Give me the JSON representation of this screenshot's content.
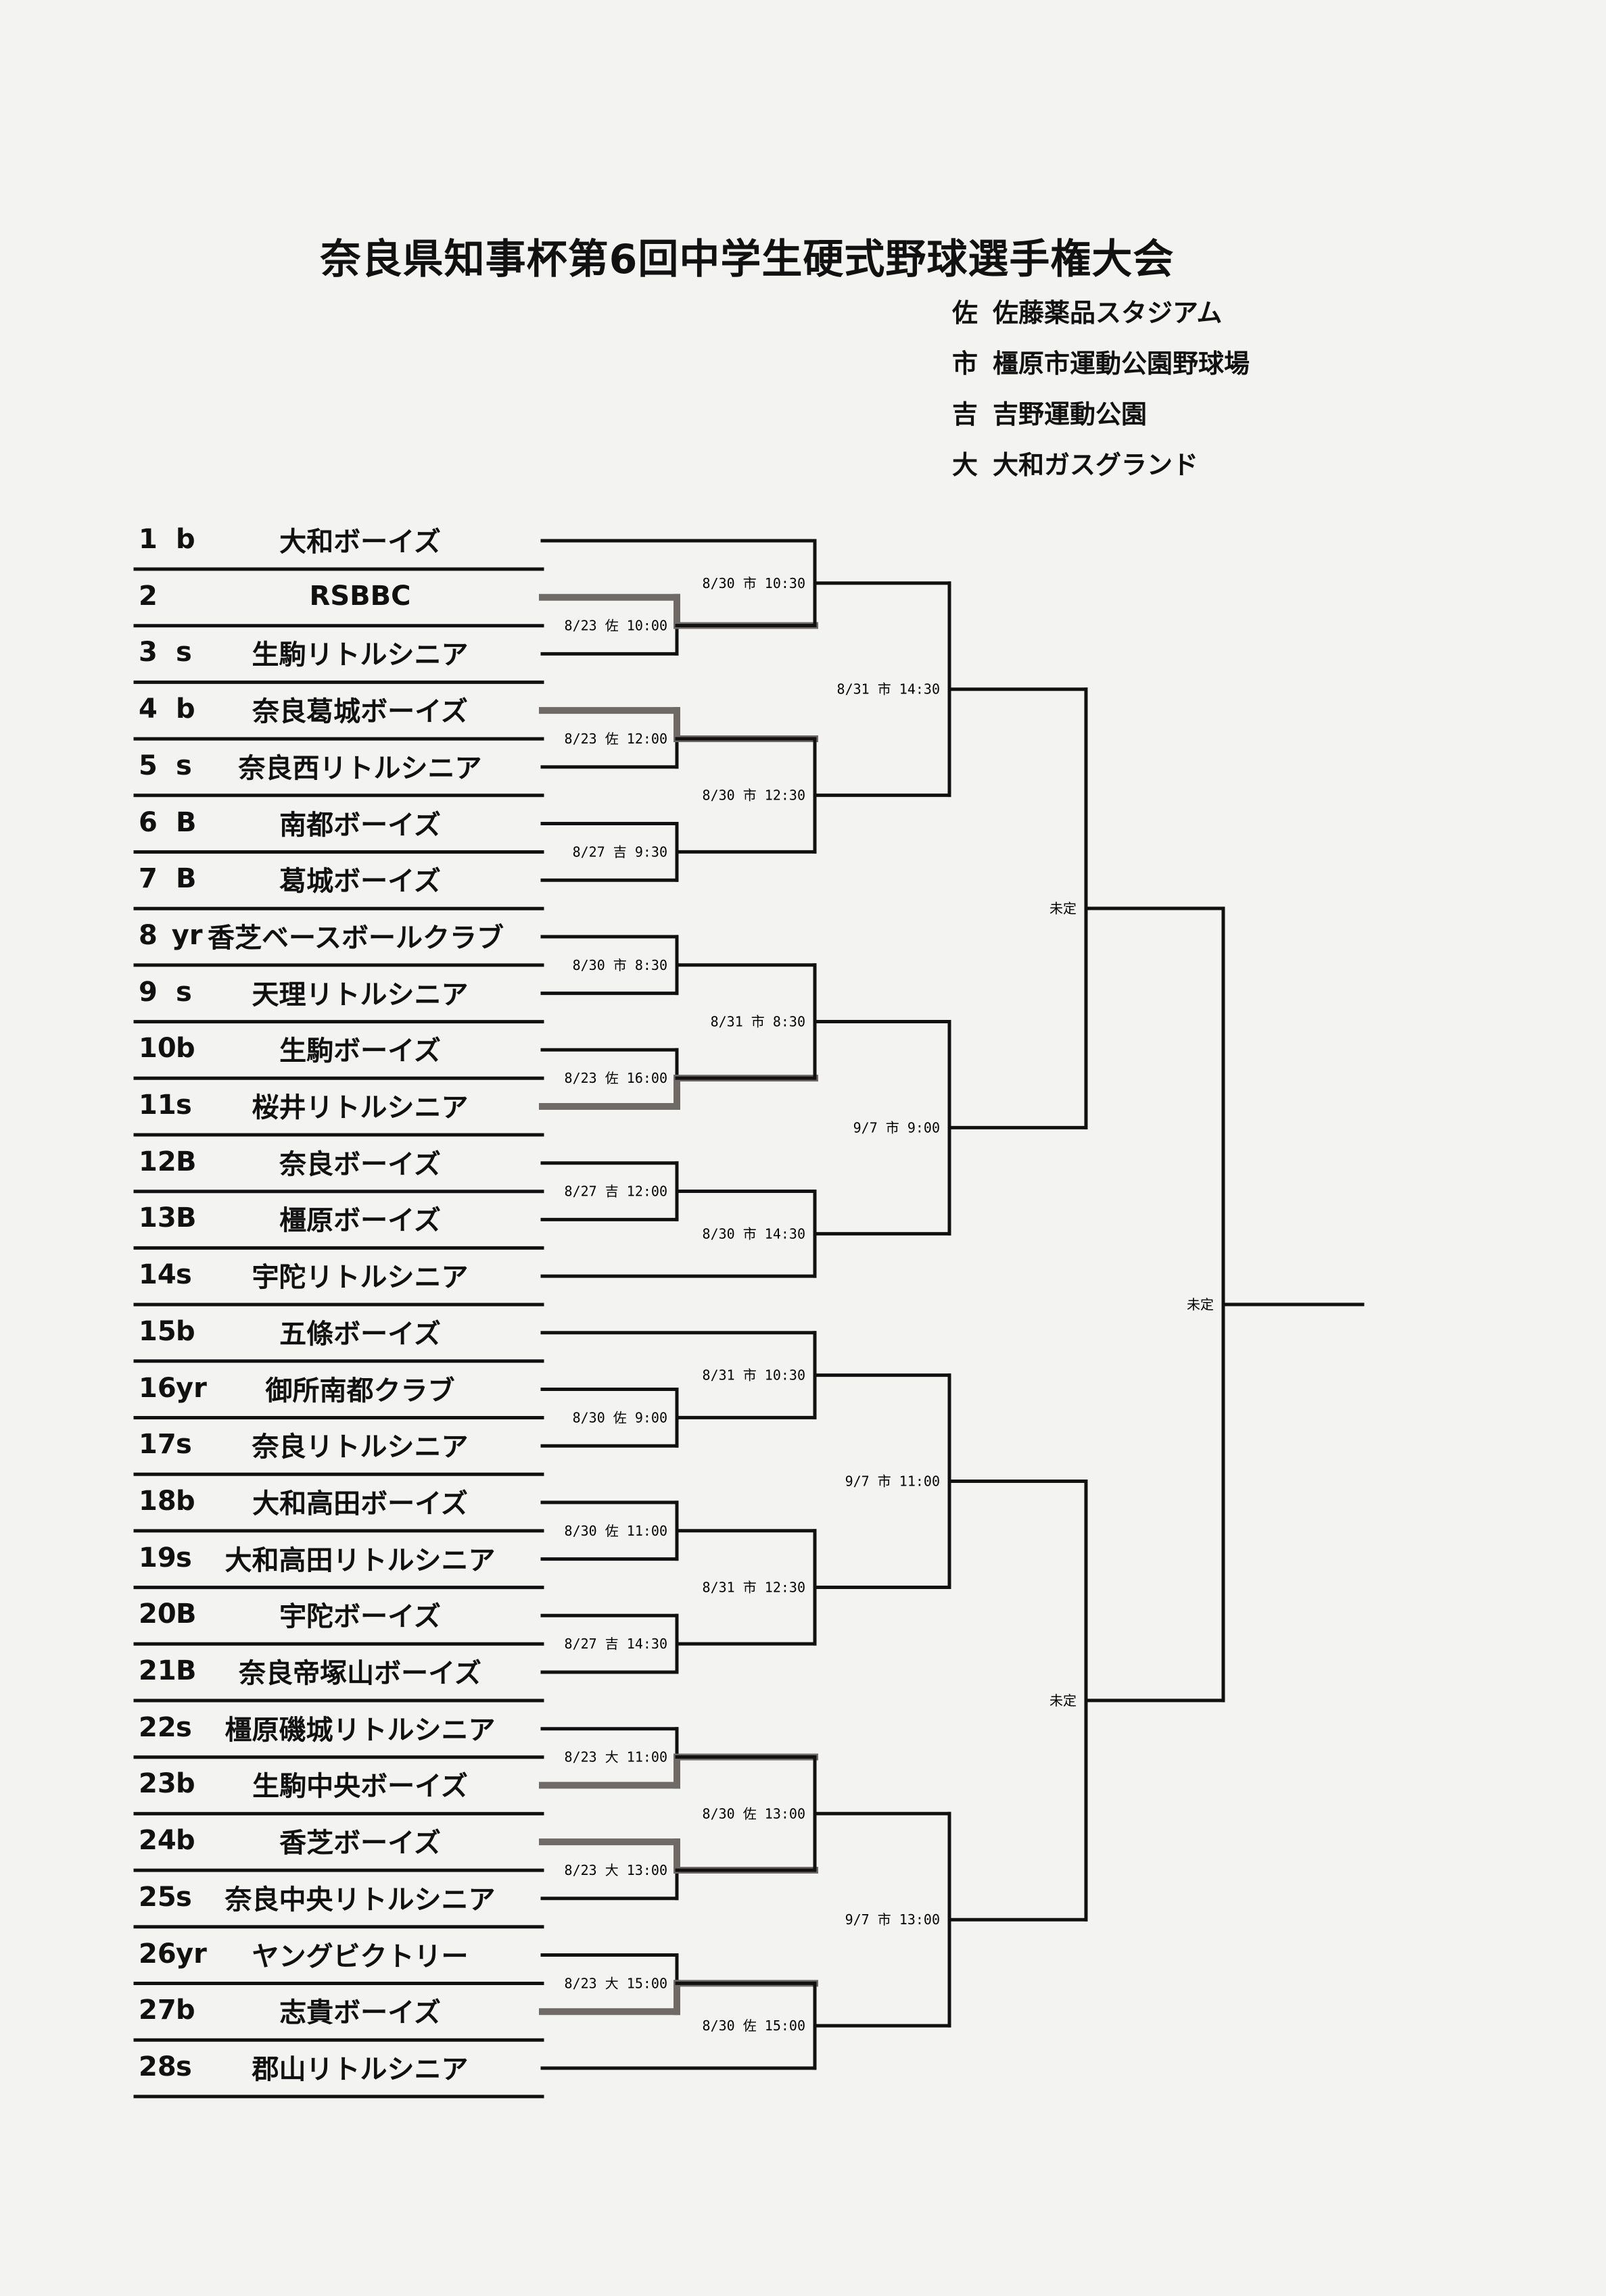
{
  "title": "奈良県知事杯第6回中学生硬式野球選手権大会",
  "venues": [
    {
      "abbr": "佐",
      "name": "佐藤薬品スタジアム"
    },
    {
      "abbr": "市",
      "name": "橿原市運動公園野球場"
    },
    {
      "abbr": "吉",
      "name": "吉野運動公園"
    },
    {
      "abbr": "大",
      "name": "大和ガスグランド"
    }
  ],
  "teams": [
    {
      "no": "1",
      "type": "b",
      "name": "大和ボーイズ"
    },
    {
      "no": "2",
      "type": "",
      "name": "RSBBC"
    },
    {
      "no": "3",
      "type": "s",
      "name": "生駒リトルシニア"
    },
    {
      "no": "4",
      "type": "b",
      "name": "奈良葛城ボーイズ"
    },
    {
      "no": "5",
      "type": "s",
      "name": "奈良西リトルシニア"
    },
    {
      "no": "6",
      "type": "B",
      "name": "南都ボーイズ"
    },
    {
      "no": "7",
      "type": "B",
      "name": "葛城ボーイズ"
    },
    {
      "no": "8",
      "type": "yr",
      "name": "香芝ベースボールクラブ"
    },
    {
      "no": "9",
      "type": "s",
      "name": "天理リトルシニア"
    },
    {
      "no": "10",
      "type": "b",
      "name": "生駒ボーイズ"
    },
    {
      "no": "11",
      "type": "s",
      "name": "桜井リトルシニア"
    },
    {
      "no": "12",
      "type": "B",
      "name": "奈良ボーイズ"
    },
    {
      "no": "13",
      "type": "B",
      "name": "橿原ボーイズ"
    },
    {
      "no": "14",
      "type": "s",
      "name": "宇陀リトルシニア"
    },
    {
      "no": "15",
      "type": "b",
      "name": "五條ボーイズ"
    },
    {
      "no": "16",
      "type": "yr",
      "name": "御所南都クラブ"
    },
    {
      "no": "17",
      "type": "s",
      "name": "奈良リトルシニア"
    },
    {
      "no": "18",
      "type": "b",
      "name": "大和高田ボーイズ"
    },
    {
      "no": "19",
      "type": "s",
      "name": "大和高田リトルシニア"
    },
    {
      "no": "20",
      "type": "B",
      "name": "宇陀ボーイズ"
    },
    {
      "no": "21",
      "type": "B",
      "name": "奈良帝塚山ボーイズ"
    },
    {
      "no": "22",
      "type": "s",
      "name": "橿原磯城リトルシニア"
    },
    {
      "no": "23",
      "type": "b",
      "name": "生駒中央ボーイズ"
    },
    {
      "no": "24",
      "type": "b",
      "name": "香芝ボーイズ"
    },
    {
      "no": "25",
      "type": "s",
      "name": "奈良中央リトルシニア"
    },
    {
      "no": "26",
      "type": "yr",
      "name": "ヤングビクトリー"
    },
    {
      "no": "27",
      "type": "b",
      "name": "志貴ボーイズ"
    },
    {
      "no": "28",
      "type": "s",
      "name": "郡山リトルシニア"
    }
  ],
  "matches": [
    {
      "id": "r1a",
      "round": 1,
      "label": "8/23 佐 10:00",
      "a": "t2",
      "b": "t3",
      "winner": "a"
    },
    {
      "id": "r1b",
      "round": 1,
      "label": "8/23 佐 12:00",
      "a": "t4",
      "b": "t5",
      "winner": "a"
    },
    {
      "id": "r1c",
      "round": 1,
      "label": "8/27 吉 9:30",
      "a": "t6",
      "b": "t7"
    },
    {
      "id": "r1d",
      "round": 1,
      "label": "8/30 市 8:30",
      "a": "t8",
      "b": "t9"
    },
    {
      "id": "r1e",
      "round": 1,
      "label": "8/23 佐 16:00",
      "a": "t10",
      "b": "t11",
      "winner": "b"
    },
    {
      "id": "r1f",
      "round": 1,
      "label": "8/27 吉 12:00",
      "a": "t12",
      "b": "t13"
    },
    {
      "id": "r1g",
      "round": 1,
      "label": "8/30 佐 9:00",
      "a": "t16",
      "b": "t17"
    },
    {
      "id": "r1h",
      "round": 1,
      "label": "8/30 佐 11:00",
      "a": "t18",
      "b": "t19"
    },
    {
      "id": "r1i",
      "round": 1,
      "label": "8/27 吉 14:30",
      "a": "t20",
      "b": "t21"
    },
    {
      "id": "r1j",
      "round": 1,
      "label": "8/23 大 11:00",
      "a": "t22",
      "b": "t23",
      "winner": "b"
    },
    {
      "id": "r1k",
      "round": 1,
      "label": "8/23 大 13:00",
      "a": "t24",
      "b": "t25",
      "winner": "a"
    },
    {
      "id": "r1l",
      "round": 1,
      "label": "8/23 大 15:00",
      "a": "t26",
      "b": "t27",
      "winner": "b"
    },
    {
      "id": "r2a",
      "round": 2,
      "label": "8/30 市 10:30",
      "a": "t1",
      "b": "r1a"
    },
    {
      "id": "r2b",
      "round": 2,
      "label": "8/30 市 12:30",
      "a": "r1b",
      "b": "r1c"
    },
    {
      "id": "r2c",
      "round": 2,
      "label": "8/31 市 8:30",
      "a": "r1d",
      "b": "r1e"
    },
    {
      "id": "r2d",
      "round": 2,
      "label": "8/30 市 14:30",
      "a": "r1f",
      "b": "t14"
    },
    {
      "id": "r2e",
      "round": 2,
      "label": "8/31 市 10:30",
      "a": "t15",
      "b": "r1g"
    },
    {
      "id": "r2f",
      "round": 2,
      "label": "8/31 市 12:30",
      "a": "r1h",
      "b": "r1i"
    },
    {
      "id": "r2g",
      "round": 2,
      "label": "8/30 佐 13:00",
      "a": "r1j",
      "b": "r1k"
    },
    {
      "id": "r2h",
      "round": 2,
      "label": "8/30 佐 15:00",
      "a": "r1l",
      "b": "t28"
    },
    {
      "id": "r3a",
      "round": 3,
      "label": "8/31 市 14:30",
      "a": "r2a",
      "b": "r2b"
    },
    {
      "id": "r3b",
      "round": 3,
      "label": "9/7 市 9:00",
      "a": "r2c",
      "b": "r2d"
    },
    {
      "id": "r3c",
      "round": 3,
      "label": "9/7 市 11:00",
      "a": "r2e",
      "b": "r2f"
    },
    {
      "id": "r3d",
      "round": 3,
      "label": "9/7 市 13:00",
      "a": "r2g",
      "b": "r2h"
    },
    {
      "id": "r4a",
      "round": 4,
      "label": "未定",
      "a": "r3a",
      "b": "r3b"
    },
    {
      "id": "r4b",
      "round": 4,
      "label": "未定",
      "a": "r3c",
      "b": "r3d"
    },
    {
      "id": "r5",
      "round": 5,
      "label": "未定",
      "a": "r4a",
      "b": "r4b"
    }
  ],
  "colors": {
    "line": "#111111",
    "winner_line": "#6f6a66",
    "paper": "#f3f3f2"
  }
}
